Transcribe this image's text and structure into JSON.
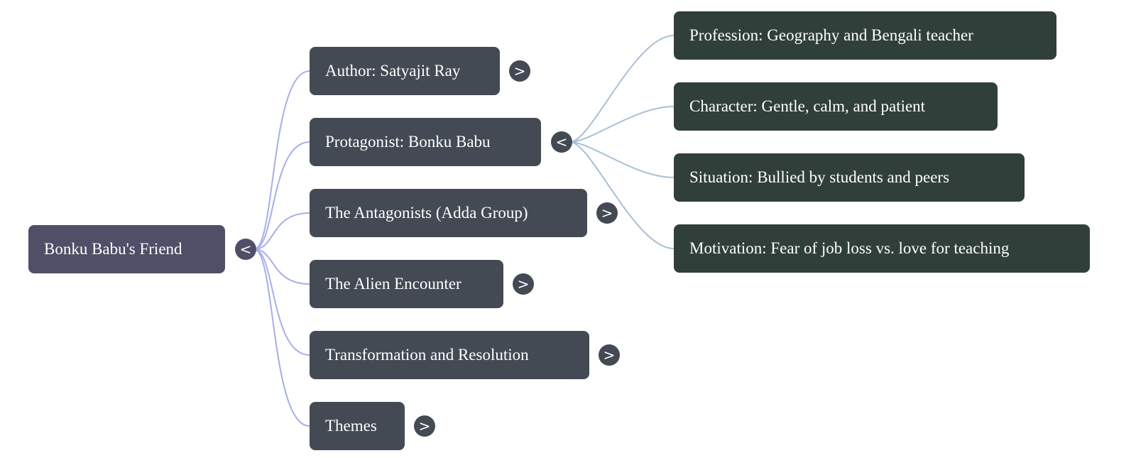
{
  "colors": {
    "root_fill": "#4f5067",
    "branch_fill": "#434a54",
    "leaf_fill": "#313f3b",
    "root_edge": "#a6aeea",
    "branch_edge": "#a9bfd6"
  },
  "icons": {
    "collapse": "<",
    "expand": ">"
  },
  "mindmap": {
    "root": {
      "label": "Bonku Babu's Friend",
      "toggle": "<",
      "children": [
        {
          "label": "Author: Satyajit Ray",
          "toggle": ">"
        },
        {
          "label": "Protagonist: Bonku Babu",
          "toggle": "<",
          "children": [
            {
              "label": "Profession: Geography and Bengali teacher"
            },
            {
              "label": "Character: Gentle, calm, and patient"
            },
            {
              "label": "Situation: Bullied by students and peers"
            },
            {
              "label": "Motivation: Fear of job loss vs. love for teaching"
            }
          ]
        },
        {
          "label": "The Antagonists (Adda Group)",
          "toggle": ">"
        },
        {
          "label": "The Alien Encounter",
          "toggle": ">"
        },
        {
          "label": "Transformation and Resolution",
          "toggle": ">"
        },
        {
          "label": "Themes",
          "toggle": ">"
        }
      ]
    }
  }
}
